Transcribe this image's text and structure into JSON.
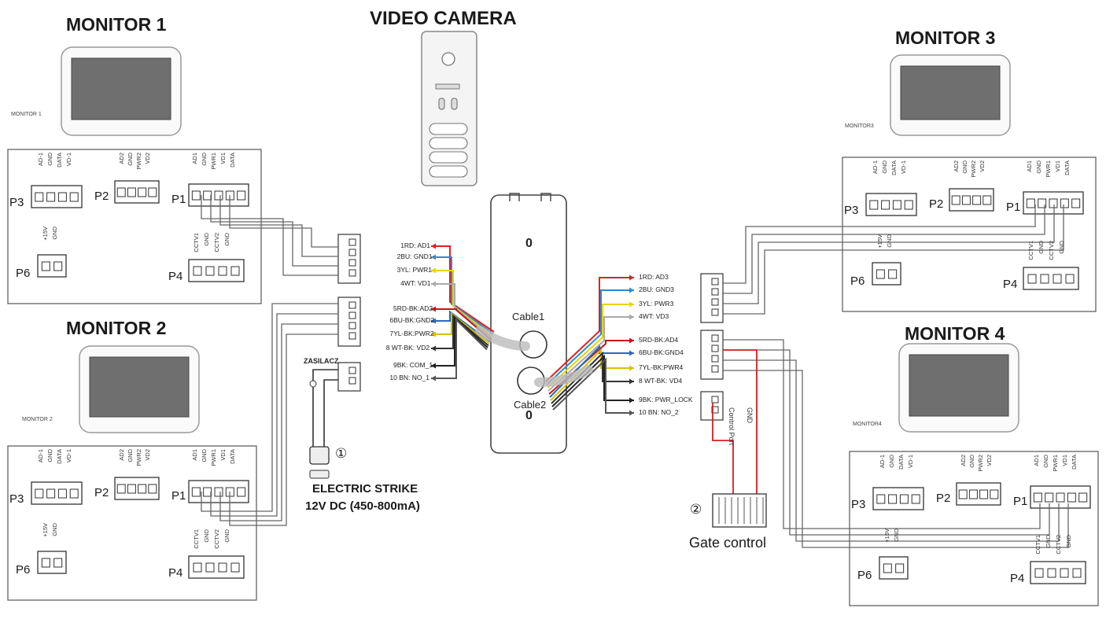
{
  "titles": {
    "monitor1": "MONITOR 1",
    "monitor2": "MONITOR 2",
    "monitor3": "MONITOR 3",
    "monitor4": "MONITOR 4",
    "camera": "VIDEO CAMERA"
  },
  "monitor_captions": {
    "m1": "MONITOR 1",
    "m2": "MONITOR 2",
    "m3": "MONITOR3",
    "m4": "MONITOR4"
  },
  "ports": {
    "p1": "P1",
    "p2": "P2",
    "p3": "P3",
    "p4": "P4",
    "p6": "P6"
  },
  "pins": {
    "p3": [
      "AD-1",
      "GND",
      "DATA",
      "VD-1"
    ],
    "p2": [
      "AD2",
      "GND",
      "PWR2",
      "VD2"
    ],
    "p1": [
      "AD1",
      "GND",
      "PWR1",
      "VD1",
      "DATA"
    ],
    "p6": [
      "+15V",
      "GND"
    ],
    "p4": [
      "CCTV1",
      "GND",
      "CCTV2",
      "GND"
    ]
  },
  "cable1": [
    {
      "label": "1RD: AD1",
      "color": "#e02020"
    },
    {
      "label": "2BU: GND1",
      "color": "#2a8ad8"
    },
    {
      "label": "3YL: PWR1",
      "color": "#e8d400"
    },
    {
      "label": "4WT: VD1",
      "color": "#aaaaaa"
    },
    {
      "label": "5RD-BK:AD2",
      "color": "#c01818"
    },
    {
      "label": "6BU-BK:GND2",
      "color": "#2a6ab8"
    },
    {
      "label": "7YL-BK:PWR2",
      "color": "#d8c000"
    },
    {
      "label": "8 WT-BK: VD2",
      "color": "#333333"
    },
    {
      "label": "9BK: COM_1",
      "color": "#222222"
    },
    {
      "label": "10 BN: NO_1",
      "color": "#555555"
    }
  ],
  "cable2": [
    {
      "label": "1RD: AD3",
      "color": "#e02020"
    },
    {
      "label": "2BU: GND3",
      "color": "#2a8ad8"
    },
    {
      "label": "3YL: PWR3",
      "color": "#e8d400"
    },
    {
      "label": "4WT: VD3",
      "color": "#aaaaaa"
    },
    {
      "label": "5RD-BK:AD4",
      "color": "#c01818"
    },
    {
      "label": "6BU-BK:GND4",
      "color": "#2a6ab8"
    },
    {
      "label": "7YL-BK:PWR4",
      "color": "#d8c000"
    },
    {
      "label": "8 WT-BK: VD4",
      "color": "#333333"
    },
    {
      "label": "9BK: PWR_LOCK",
      "color": "#222222"
    },
    {
      "label": "10 BN: NO_2",
      "color": "#555555"
    }
  ],
  "cable_names": {
    "c1": "Cable1",
    "c2": "Cable2"
  },
  "unit_glyph": "0",
  "zasilacz": "ZASILACZ",
  "strike": {
    "num": "①",
    "line1": "ELECTRIC STRIKE",
    "line2": "12V DC (450-800mA)"
  },
  "gate": {
    "num": "②",
    "label": "Gate control",
    "wire1": "Control Port",
    "wire2": "GND"
  },
  "colors": {
    "wire_red": "#d42020",
    "wire_grey": "#666666",
    "board": "#555555"
  }
}
